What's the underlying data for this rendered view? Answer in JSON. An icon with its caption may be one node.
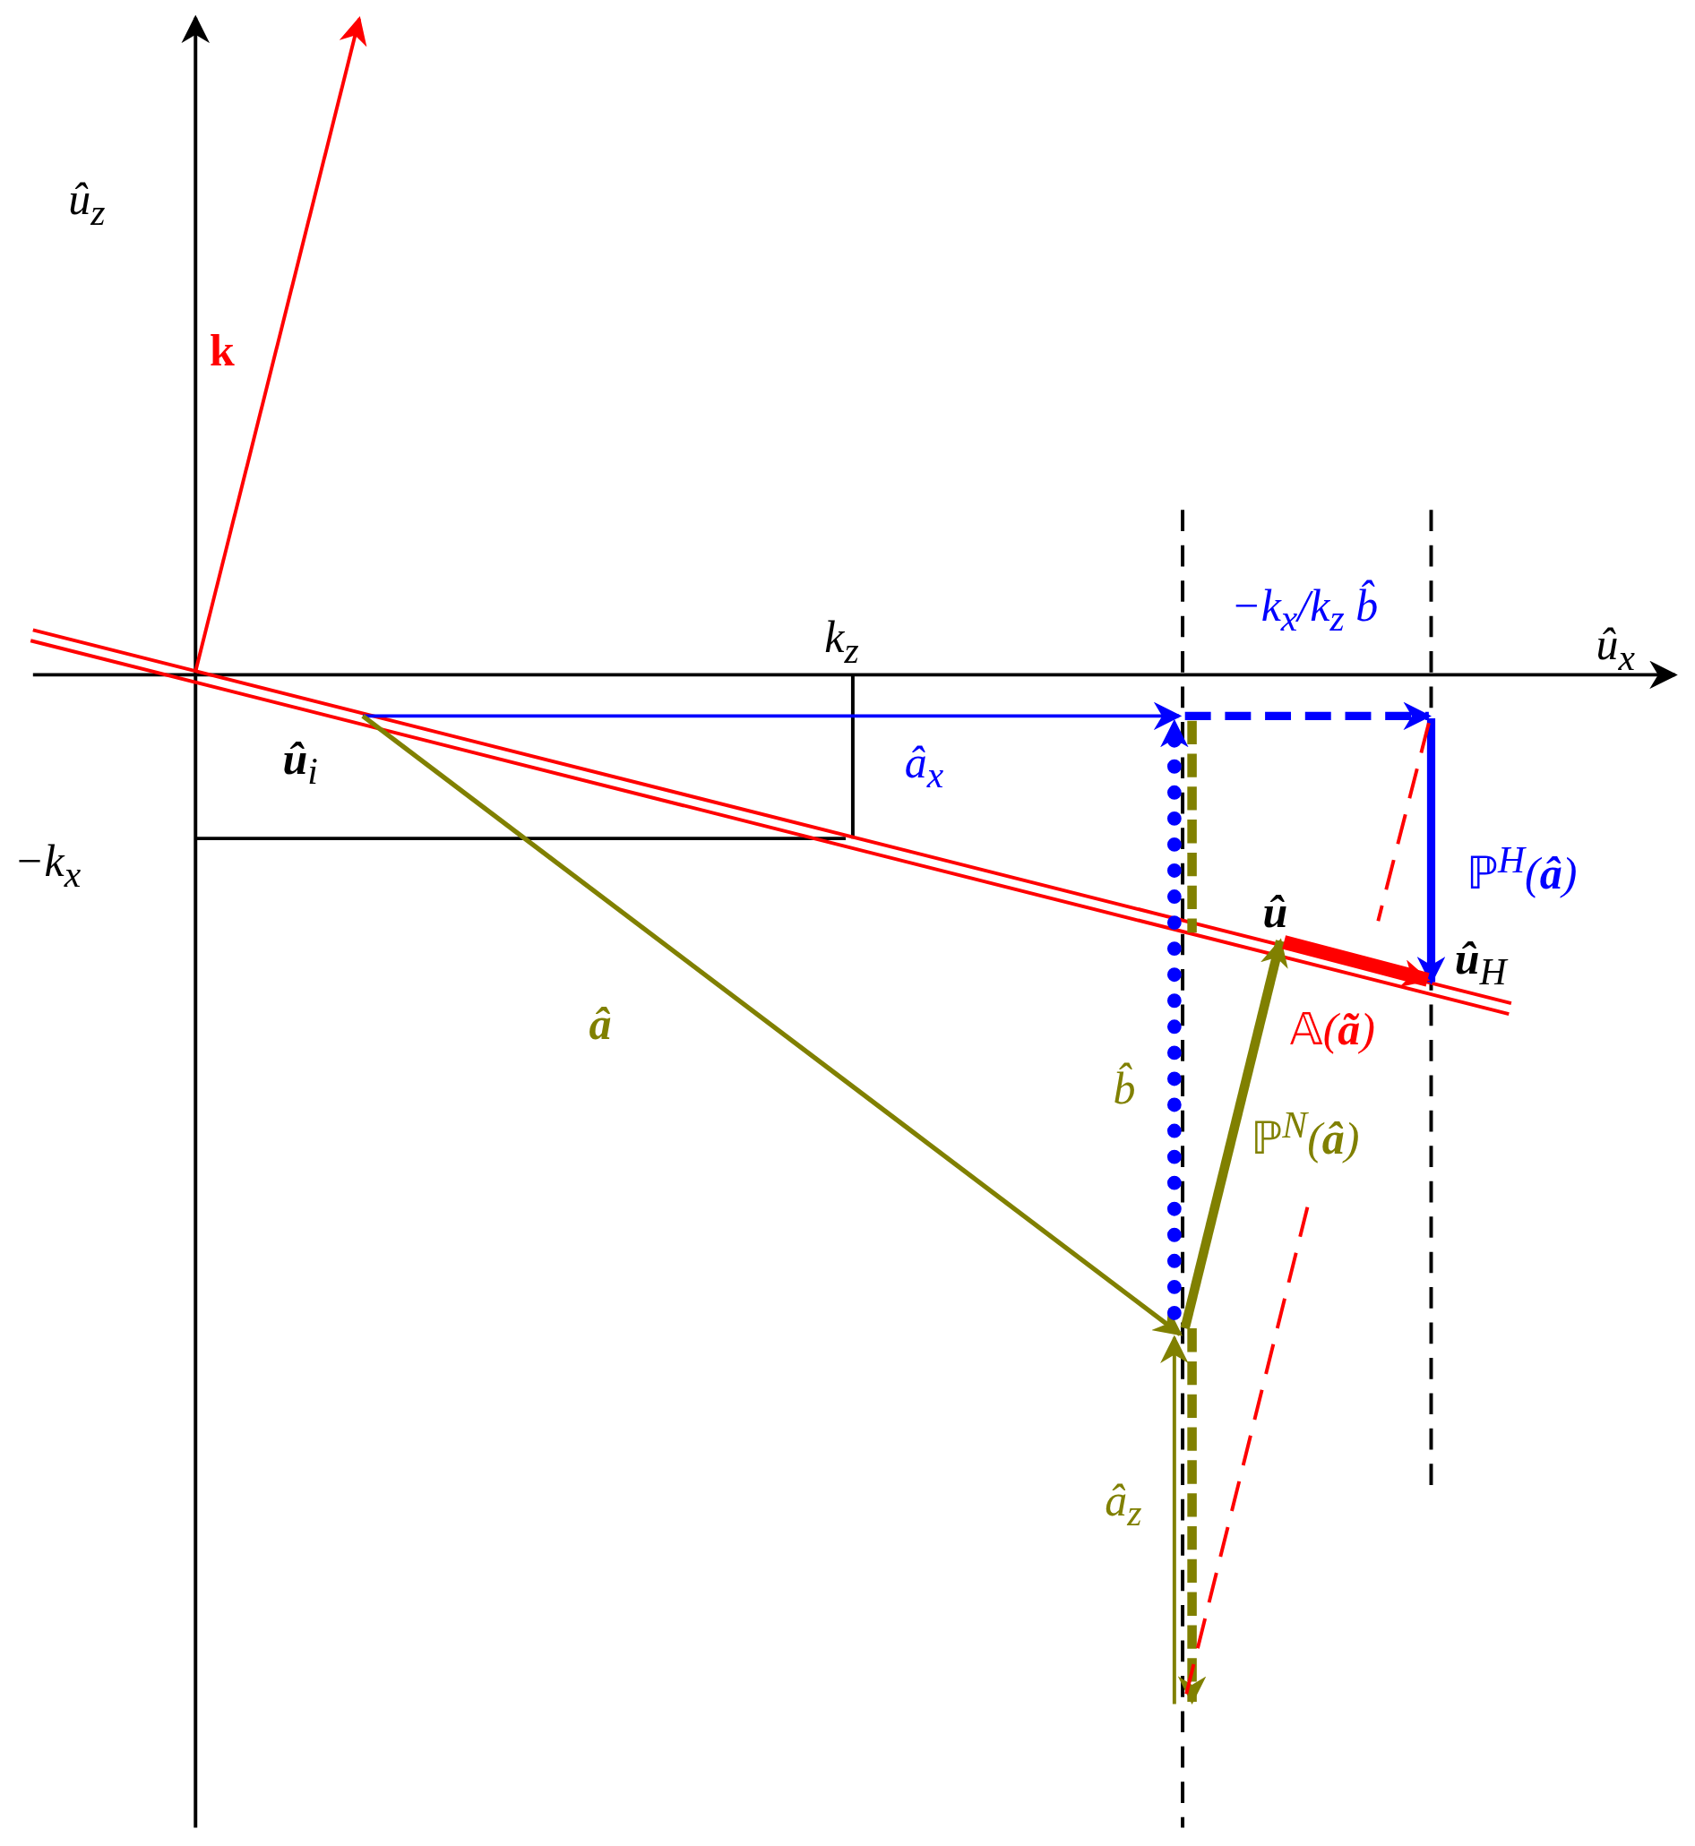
{
  "diagram": {
    "labels": [
      "û$_{z}$",
      "**k**",
      "k$_{z}$",
      "û$_{x}$",
      "−k$_{x}$/k$_{z}$ b̂",
      "**û**$_{i}$",
      "â$_{x}$",
      "−k$_{x}$",
      "ℙ$^{H}$(**â**)",
      "**û**",
      "**û**$_{H}$",
      "**â**",
      "𝔸(**ã**)",
      "b̂",
      "ℙ$^{N}$(**â**)",
      "â$_{z}$"
    ]
  }
}
